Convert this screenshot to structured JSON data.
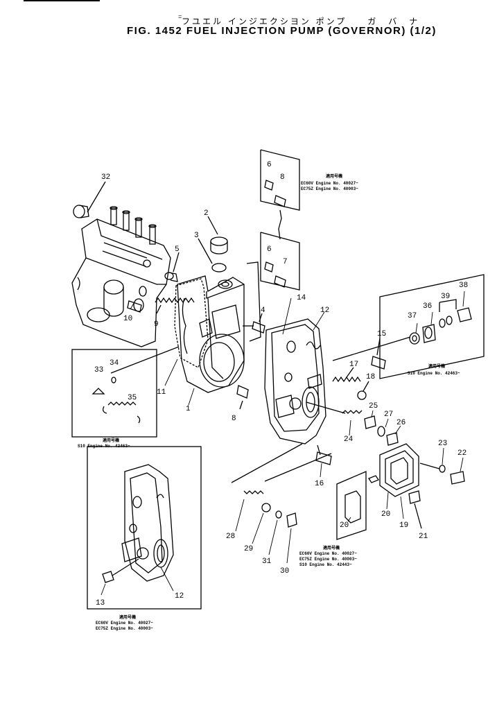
{
  "header": {
    "subtitle_jp": "フユエル インジエクシヨン ポンプ　　ガ　バ　ナ",
    "title": "FIG. 1452   FUEL  INJECTION  PUMP  (GOVERNOR)  (1/2)",
    "mark": "="
  },
  "callouts": [
    {
      "id": "c32",
      "label": "32"
    },
    {
      "id": "c2",
      "label": "2"
    },
    {
      "id": "c3",
      "label": "3"
    },
    {
      "id": "c5",
      "label": "5"
    },
    {
      "id": "c6a",
      "label": "6"
    },
    {
      "id": "c8a",
      "label": "8"
    },
    {
      "id": "c6b",
      "label": "6"
    },
    {
      "id": "c7",
      "label": "7"
    },
    {
      "id": "c4",
      "label": "4"
    },
    {
      "id": "c14",
      "label": "14"
    },
    {
      "id": "c12a",
      "label": "12"
    },
    {
      "id": "c10",
      "label": "10"
    },
    {
      "id": "c9",
      "label": "9"
    },
    {
      "id": "c11",
      "label": "11"
    },
    {
      "id": "c1",
      "label": "1"
    },
    {
      "id": "c8b",
      "label": "8"
    },
    {
      "id": "c33",
      "label": "33"
    },
    {
      "id": "c34",
      "label": "34"
    },
    {
      "id": "c35",
      "label": "35"
    },
    {
      "id": "c15",
      "label": "15"
    },
    {
      "id": "c17",
      "label": "17"
    },
    {
      "id": "c18",
      "label": "18"
    },
    {
      "id": "c37",
      "label": "37"
    },
    {
      "id": "c36",
      "label": "36"
    },
    {
      "id": "c39",
      "label": "39"
    },
    {
      "id": "c38",
      "label": "38"
    },
    {
      "id": "c25",
      "label": "25"
    },
    {
      "id": "c27",
      "label": "27"
    },
    {
      "id": "c26",
      "label": "26"
    },
    {
      "id": "c24",
      "label": "24"
    },
    {
      "id": "c16",
      "label": "16"
    },
    {
      "id": "c23",
      "label": "23"
    },
    {
      "id": "c22",
      "label": "22"
    },
    {
      "id": "c28",
      "label": "28"
    },
    {
      "id": "c29",
      "label": "29"
    },
    {
      "id": "c31",
      "label": "31"
    },
    {
      "id": "c30",
      "label": "30"
    },
    {
      "id": "c20a",
      "label": "20"
    },
    {
      "id": "c20b",
      "label": "20"
    },
    {
      "id": "c19",
      "label": "19"
    },
    {
      "id": "c21",
      "label": "21"
    },
    {
      "id": "c13",
      "label": "13"
    },
    {
      "id": "c12b",
      "label": "12"
    }
  ],
  "notes": {
    "top": [
      "適用号機",
      "EC60V  Engine  No.  40027~",
      "EC75Z  Engine  No.  40003~"
    ],
    "right": [
      "適用号機",
      "S10  Engine  No.  42463~"
    ],
    "left": [
      "適用号機",
      "S10  Engine  No.  42463~"
    ],
    "bottom_mid": [
      "適用号機",
      "EC60V  Engine  No.  40027~",
      "EC75Z  Engine  No.  40003~",
      "S10    Engine  No.  42443~"
    ],
    "bottom_left": [
      "適用号機",
      "EC60V  Engine  No.  40027~",
      "EC75Z  Engine  No.  40003~"
    ]
  }
}
